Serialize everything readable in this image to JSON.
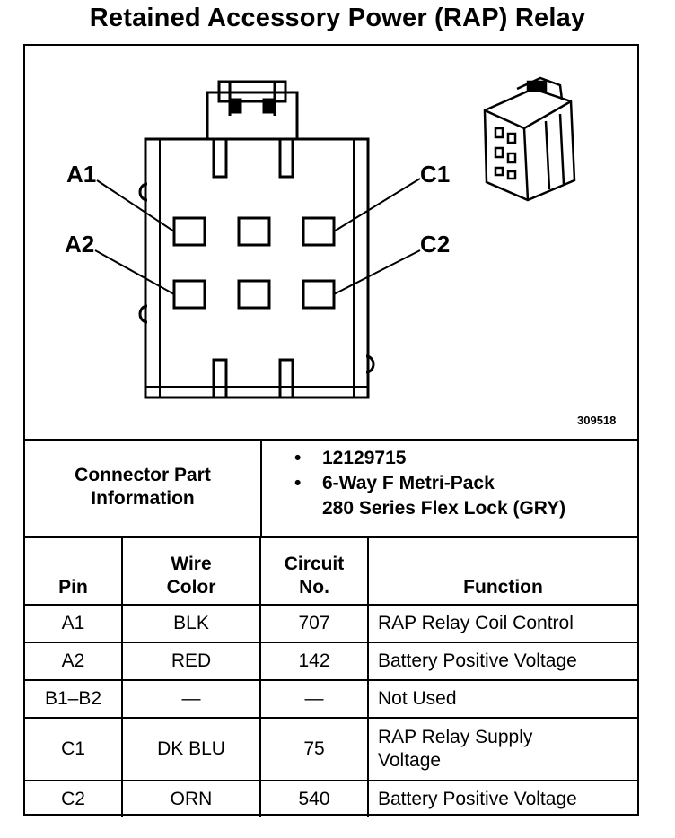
{
  "title": "Retained Accessory Power (RAP) Relay",
  "figure": {
    "pin_labels": {
      "a1": "A1",
      "a2": "A2",
      "c1": "C1",
      "c2": "C2"
    },
    "figure_id": "309518"
  },
  "connector_info": {
    "label_line1": "Connector Part",
    "label_line2": "Information",
    "bullet": "•",
    "part_number": "12129715",
    "description_line1": "6-Way F Metri-Pack",
    "description_line2": "280 Series Flex Lock (GRY)"
  },
  "table": {
    "headers": {
      "pin": "Pin",
      "wire_line1": "Wire",
      "wire_line2": "Color",
      "circuit_line1": "Circuit",
      "circuit_line2": "No.",
      "function": "Function"
    },
    "rows": [
      {
        "pin": "A1",
        "wire": "BLK",
        "circuit": "707",
        "function_line1": "RAP Relay Coil Control",
        "function_line2": ""
      },
      {
        "pin": "A2",
        "wire": "RED",
        "circuit": "142",
        "function_line1": "Battery Positive Voltage",
        "function_line2": ""
      },
      {
        "pin": "B1–B2",
        "wire": "—",
        "circuit": "—",
        "function_line1": "Not Used",
        "function_line2": ""
      },
      {
        "pin": "C1",
        "wire": "DK BLU",
        "circuit": "75",
        "function_line1": "RAP Relay Supply",
        "function_line2": "Voltage"
      },
      {
        "pin": "C2",
        "wire": "ORN",
        "circuit": "540",
        "function_line1": "Battery Positive Voltage",
        "function_line2": ""
      }
    ]
  }
}
